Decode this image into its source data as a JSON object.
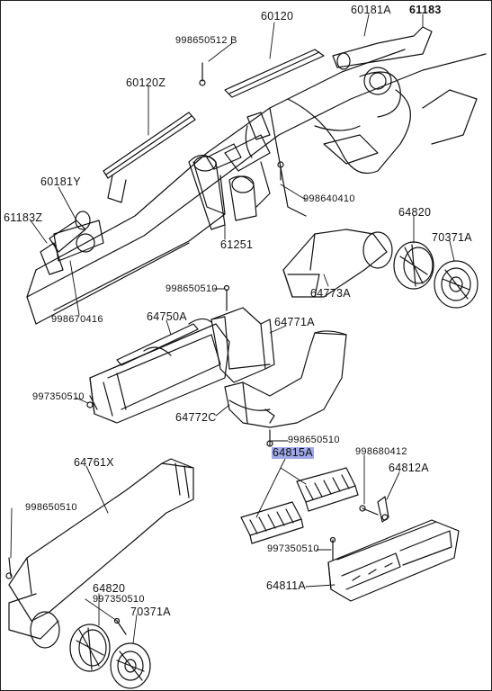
{
  "labels": {
    "p60120": "60120",
    "p60181A": "60181A",
    "p61183": "61183",
    "p998650512B": "998650512 B",
    "p60120Z": "60120Z",
    "p60181Y": "60181Y",
    "p61183Z": "61183Z",
    "p998640410": "998640410",
    "p61251": "61251",
    "p64820_top": "64820",
    "p70371A_top": "70371A",
    "p998670416": "998670416",
    "p998650510_a": "998650510",
    "p64750A": "64750A",
    "p64771A": "64771A",
    "p64773A": "64773A",
    "p997350510_a": "997350510",
    "p64772C": "64772C",
    "p998650510_b": "998650510",
    "p64815A": "64815A",
    "p998680412": "998680412",
    "p64761X": "64761X",
    "p64812A": "64812A",
    "p998650510_c": "998650510",
    "p997350510_b": "997350510",
    "p64811A": "64811A",
    "p64820_bot": "64820",
    "p997350510_c": "997350510",
    "p70371A_bot": "70371A"
  },
  "colors": {
    "highlight": "#9fa8e8",
    "line": "#111111"
  }
}
